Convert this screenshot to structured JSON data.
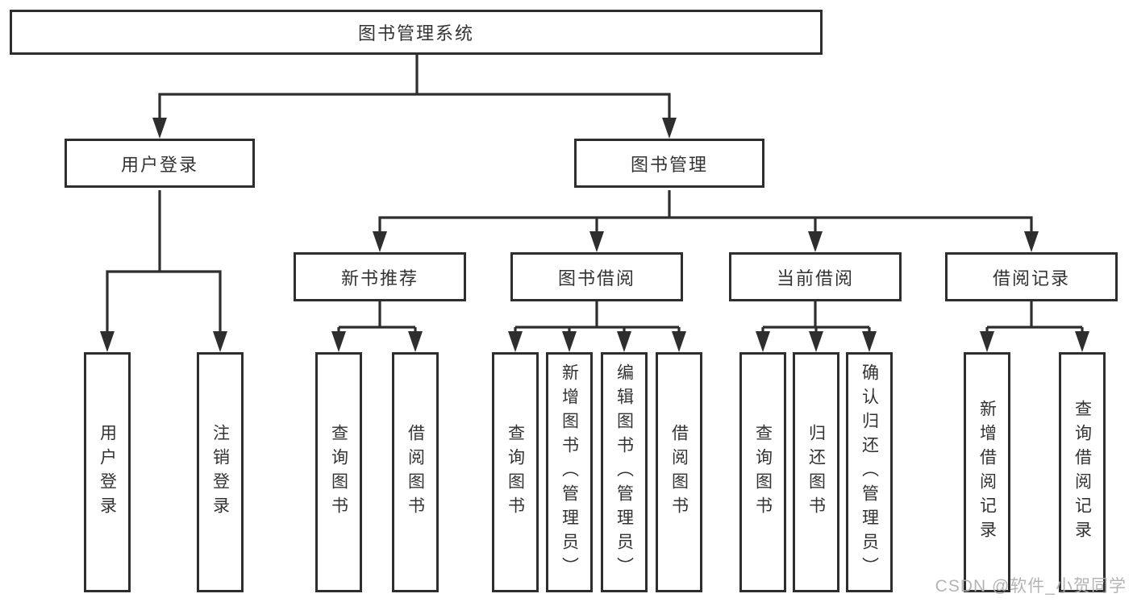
{
  "diagram": {
    "root": {
      "label": "图书管理系统"
    },
    "level2": {
      "user_login": {
        "label": "用户登录"
      },
      "book_mgmt": {
        "label": "图书管理"
      }
    },
    "level3": {
      "new_book_rec": {
        "label": "新书推荐"
      },
      "book_borrow": {
        "label": "图书借阅"
      },
      "current_borrow": {
        "label": "当前借阅"
      },
      "borrow_records": {
        "label": "借阅记录"
      }
    },
    "leaves": {
      "user_login_action": {
        "label": "用户登录"
      },
      "logout_action": {
        "label": "注销登录"
      },
      "rec_query_books": {
        "label": "查询图书"
      },
      "rec_borrow_books": {
        "label": "借阅图书"
      },
      "bb_query_books": {
        "label": "查询图书"
      },
      "bb_add_books": {
        "label": "新增图书（管理员）"
      },
      "bb_edit_books": {
        "label": "编辑图书（管理员）"
      },
      "bb_borrow_books": {
        "label": "借阅图书"
      },
      "cb_query_books": {
        "label": "查询图书"
      },
      "cb_return_books": {
        "label": "归还图书"
      },
      "cb_confirm_return": {
        "label": "确认归还（管理员）"
      },
      "br_add_record": {
        "label": "新增借阅记录"
      },
      "br_query_record": {
        "label": "查询借阅记录"
      }
    }
  },
  "watermark": {
    "text": "CSDN @软件_小贺同学"
  },
  "colors": {
    "line": "#2e2e2e",
    "text": "#333333",
    "watermark": "#b0b0b0",
    "background": "#ffffff"
  }
}
